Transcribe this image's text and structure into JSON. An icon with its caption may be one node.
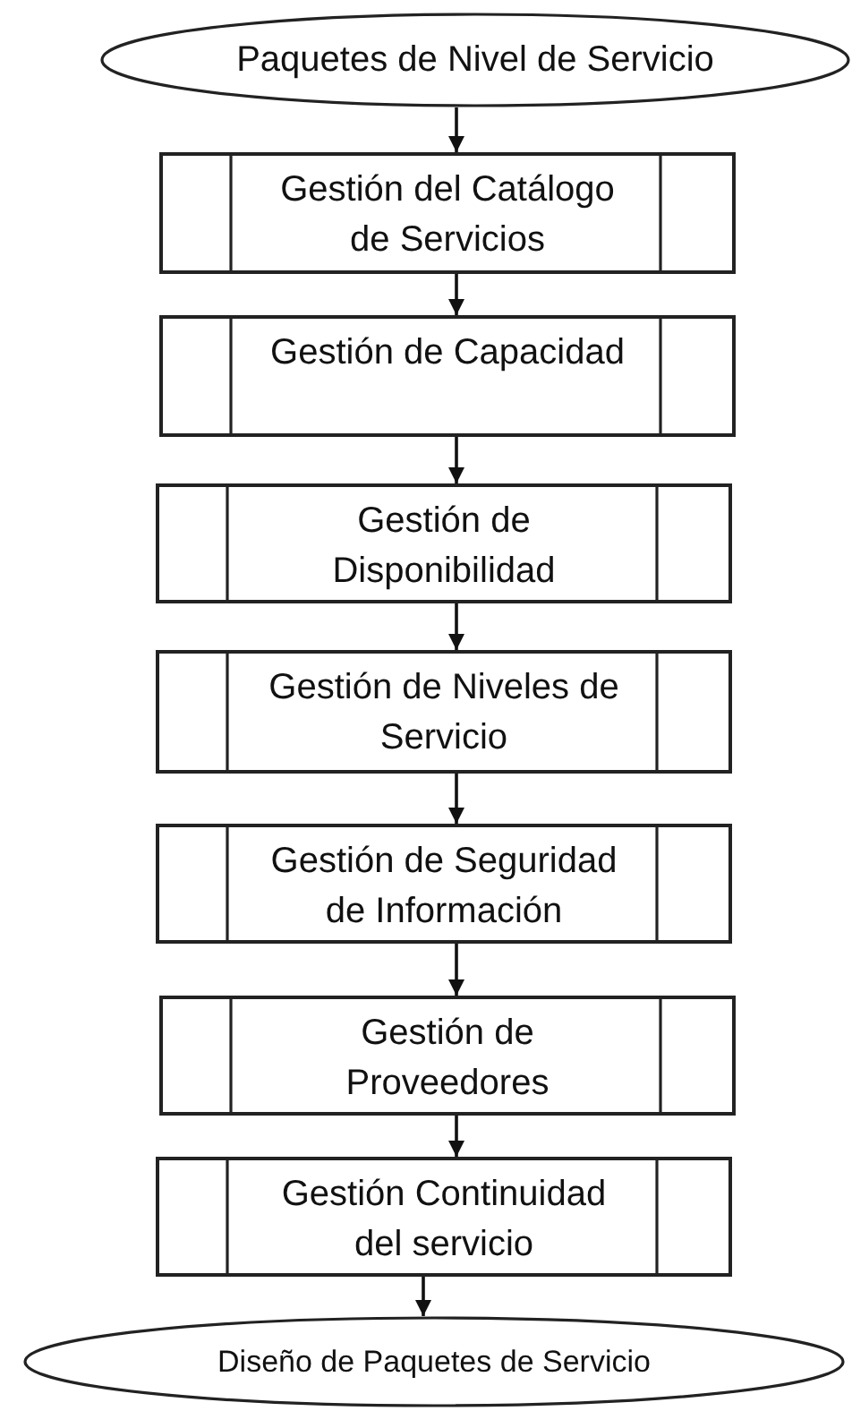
{
  "diagram": {
    "nodes": [
      {
        "text": [
          "Paquetes de Nivel de Servicio"
        ]
      },
      {
        "text": [
          "Gestión del Catálogo de Servicios"
        ]
      },
      {
        "text": [
          "Gestión de Capacidad"
        ]
      },
      {
        "text": [
          "Gestión de Disponibilidad"
        ]
      },
      {
        "text": [
          "Gestión de Niveles de Servicio"
        ]
      },
      {
        "text": [
          "Gestión de Seguridad de Información"
        ]
      },
      {
        "text": [
          "Gestión de Proveedores"
        ]
      },
      {
        "text": [
          "Gestión Continuidad del servicio"
        ]
      },
      {
        "text": [
          "Diseño de Paquetes de Servicio"
        ]
      }
    ],
    "edges": [
      {
        "from": 0,
        "to": 1,
        "arrow": "to"
      },
      {
        "from": 1,
        "to": 2,
        "arrow": "to"
      },
      {
        "from": 2,
        "to": 3,
        "arrow": "to"
      },
      {
        "from": 3,
        "to": 4,
        "arrow": "to"
      },
      {
        "from": 4,
        "to": 5,
        "arrow": "to"
      },
      {
        "from": 5,
        "to": 6,
        "arrow": "to"
      },
      {
        "from": 6,
        "to": 7,
        "arrow": "to"
      },
      {
        "from": 7,
        "to": 8,
        "arrow": "to"
      }
    ]
  }
}
